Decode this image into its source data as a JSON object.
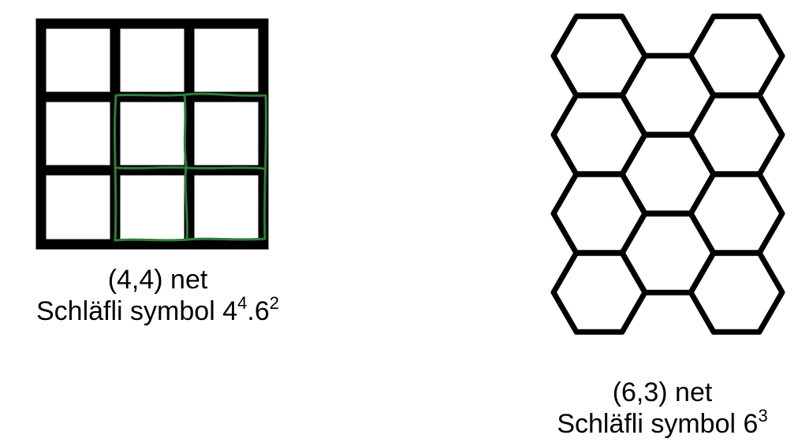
{
  "square_net": {
    "name": "(4,4) net",
    "schlafli_prefix": "Schläfli symbol ",
    "schlafli_base1": "4",
    "schlafli_exp1": "4",
    "schlafli_sep": ".",
    "schlafli_base2": "6",
    "schlafli_exp2": "2",
    "line_color": "#000000",
    "highlight_color": "#2e7d3a"
  },
  "hex_net": {
    "name": "(6,3) net",
    "schlafli_prefix": "Schläfli symbol ",
    "schlafli_base": "6",
    "schlafli_exp": "3",
    "line_color": "#000000"
  }
}
